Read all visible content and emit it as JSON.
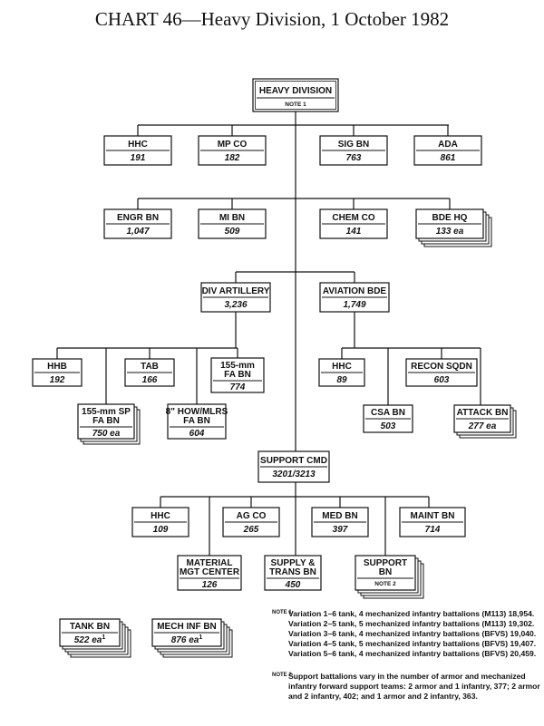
{
  "title": "CHART 46—Heavy Division, 1 October 1982",
  "units": {
    "division": {
      "label": "HEAVY DIVISION",
      "note": "NOTE 1"
    },
    "hhc": {
      "label": "HHC",
      "value": "191"
    },
    "mp": {
      "label": "MP CO",
      "value": "182"
    },
    "sig": {
      "label": "SIG BN",
      "value": "763"
    },
    "ada": {
      "label": "ADA",
      "value": "861"
    },
    "engr": {
      "label": "ENGR BN",
      "value": "1,047"
    },
    "mi": {
      "label": "MI BN",
      "value": "509"
    },
    "chem": {
      "label": "CHEM CO",
      "value": "141"
    },
    "bdehq": {
      "label": "BDE HQ",
      "value": "133 ea"
    },
    "divarty": {
      "label": "DIV ARTILLERY",
      "value": "3,236"
    },
    "avn": {
      "label": "AVIATION BDE",
      "value": "1,749"
    },
    "hhb": {
      "label": "HHB",
      "value": "192"
    },
    "tab": {
      "label": "TAB",
      "value": "166"
    },
    "fa155": {
      "label1": "155-mm",
      "label2": "FA BN",
      "value": "774"
    },
    "fa155sp": {
      "label1": "155-mm SP",
      "label2": "FA BN",
      "value": "750 ea"
    },
    "fa8how": {
      "label1": "8\" HOW/MLRS",
      "label2": "FA BN",
      "value": "604"
    },
    "avnhhc": {
      "label": "HHC",
      "value": "89"
    },
    "recon": {
      "label": "RECON SQDN",
      "value": "603"
    },
    "csa": {
      "label": "CSA BN",
      "value": "503"
    },
    "attack": {
      "label": "ATTACK BN",
      "value": "277 ea"
    },
    "supcmd": {
      "label": "SUPPORT CMD",
      "value": "3201/3213"
    },
    "suphhc": {
      "label": "HHC",
      "value": "109"
    },
    "ag": {
      "label": "AG CO",
      "value": "265"
    },
    "med": {
      "label": "MED BN",
      "value": "397"
    },
    "maint": {
      "label": "MAINT BN",
      "value": "714"
    },
    "mmc": {
      "label1": "MATERIAL",
      "label2": "MGT CENTER",
      "value": "126"
    },
    "supply": {
      "label1": "SUPPLY &",
      "label2": "TRANS BN",
      "value": "450"
    },
    "supbn": {
      "label1": "SUPPORT",
      "label2": "BN",
      "note": "NOTE 2"
    },
    "tank": {
      "label": "TANK BN",
      "value": "522 ea",
      "sup": "1"
    },
    "mech": {
      "label": "MECH INF BN",
      "value": "876 ea",
      "sup": "1"
    }
  },
  "notes": {
    "note1_label": "NOTE 1",
    "note1_lines": [
      "Variation 1–6 tank, 4 mechanized infantry battalions (M113) 18,954.",
      "Variation 2–5 tank, 5 mechanized infantry battalions (M113) 19,302.",
      "Variation 3–6 tank, 4 mechanized infantry battalions (BFVS) 19,040.",
      "Variation 4–5 tank, 5 mechanized infantry battalions (BFVS) 19,407.",
      "Variation 5–6 tank, 4 mechanized infantry battalions (BFVS) 20,459."
    ],
    "note2_label": "NOTE 2",
    "note2_lines": [
      "Support battalions vary in the number of armor and mechanized",
      "infantry forward support teams: 2 armor and 1 infantry, 377; 2 armor",
      "and 2 infantry, 402; and 1 armor and 2 infantry, 363."
    ]
  }
}
